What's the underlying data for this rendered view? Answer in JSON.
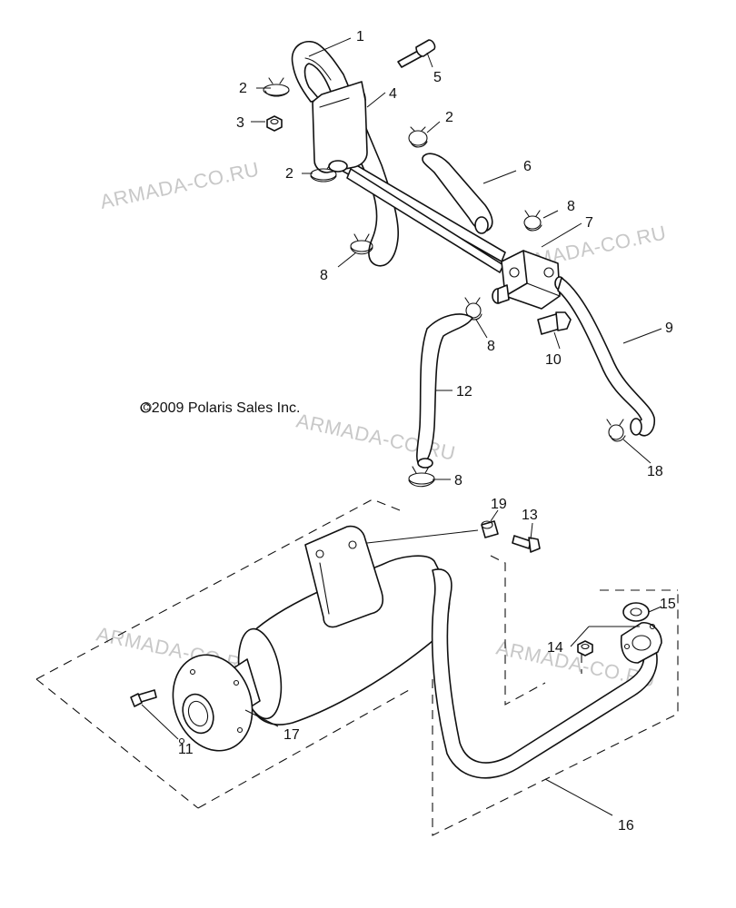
{
  "copyright": "©2009 Polaris Sales Inc.",
  "watermark": "ARMADA-CO.RU",
  "callouts": {
    "c1": "1",
    "c2a": "2",
    "c2b": "2",
    "c2c": "2",
    "c3": "3",
    "c4": "4",
    "c5": "5",
    "c6": "6",
    "c7": "7",
    "c8a": "8",
    "c8b": "8",
    "c8c": "8",
    "c8d": "8",
    "c9": "9",
    "c10": "10",
    "c11": "11",
    "c12": "12",
    "c13": "13",
    "c14": "14",
    "c15": "15",
    "c16": "16",
    "c17": "17",
    "c18": "18",
    "c19": "19"
  }
}
